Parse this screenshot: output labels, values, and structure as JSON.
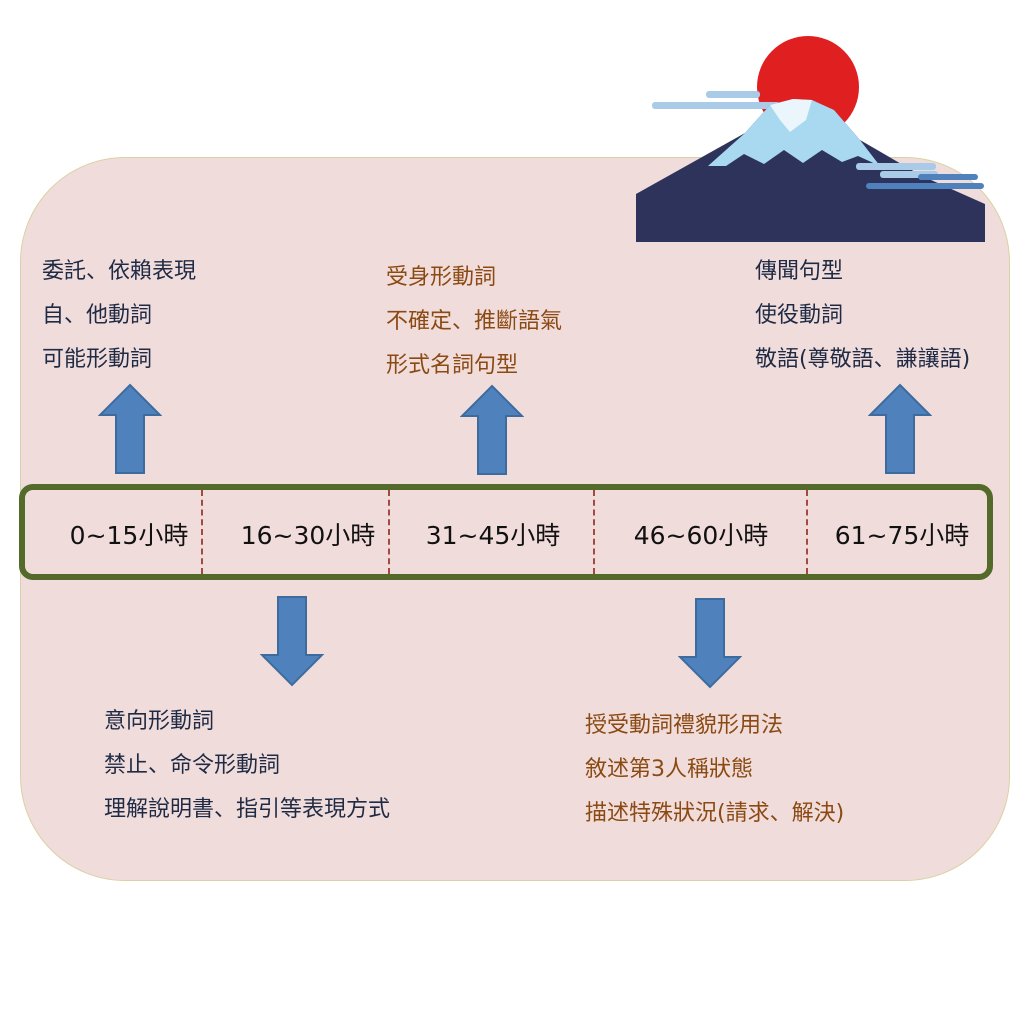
{
  "colors": {
    "panel_bg": "#f1dcdc",
    "timeline_border": "#536a2a",
    "divider": "#a24a40",
    "arrow_fill": "#4f81bd",
    "dark_text": "#1f2b44",
    "brown_text": "#8a4a12",
    "sun": "#e02020",
    "mountain": "#2d335b",
    "snow": "#a9d9f0"
  },
  "timeline": {
    "segments": [
      "0~15小時",
      "16~30小時",
      "31~45小時",
      "46~60小時",
      "61~75小時"
    ]
  },
  "top_left": {
    "lines": [
      "委託、依賴表現",
      "自、他動詞",
      "可能形動詞"
    ]
  },
  "top_center": {
    "lines": [
      "受身形動詞",
      "不確定、推斷語氣",
      "形式名詞句型"
    ]
  },
  "top_right": {
    "lines": [
      "傳聞句型",
      "使役動詞",
      "敬語(尊敬語、謙讓語)"
    ]
  },
  "bottom_left": {
    "lines": [
      "意向形動詞",
      "禁止、命令形動詞",
      "理解說明書、指引等表現方式"
    ]
  },
  "bottom_right": {
    "lines": [
      "授受動詞禮貌形用法",
      "敘述第3人稱狀態",
      "描述特殊狀況(請求、解決)"
    ]
  }
}
